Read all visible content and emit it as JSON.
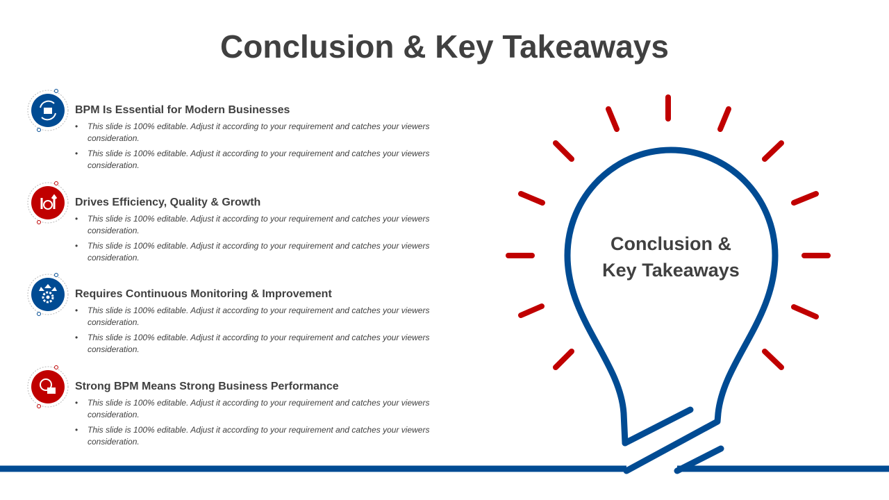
{
  "title": "Conclusion & Key Takeaways",
  "bulb_text": {
    "line1": "Conclusion &",
    "line2": "Key Takeaways"
  },
  "colors": {
    "blue": "#004b93",
    "red": "#c00000",
    "text": "#404040"
  },
  "items": [
    {
      "heading": "BPM Is Essential for Modern Businesses",
      "icon": "cycle-briefcase-icon",
      "color": "blue",
      "bullets": [
        "This slide is 100% editable. Adjust it according to your requirement and catches your viewers consideration.",
        "This slide is 100% editable. Adjust it according to your requirement and catches your viewers consideration."
      ]
    },
    {
      "heading": "Drives Efficiency, Quality & Growth",
      "icon": "growth-clock-icon",
      "color": "red",
      "bullets": [
        "This slide is 100% editable. Adjust it according to your requirement and catches your viewers consideration.",
        "This slide is 100% editable. Adjust it according to your requirement and catches your viewers consideration."
      ]
    },
    {
      "heading": "Requires Continuous Monitoring & Improvement",
      "icon": "gear-arrows-icon",
      "color": "blue",
      "bullets": [
        "This slide is 100% editable. Adjust it according to your requirement and catches your viewers consideration.",
        "This slide is 100% editable. Adjust it according to your requirement and catches your viewers consideration."
      ]
    },
    {
      "heading": "Strong BPM Means Strong Business Performance",
      "icon": "gauge-briefcase-icon",
      "color": "red",
      "bullets": [
        "This slide is 100% editable. Adjust it according to your requirement and catches your viewers consideration.",
        "This slide is 100% editable. Adjust it according to your requirement and catches your viewers consideration."
      ]
    }
  ]
}
